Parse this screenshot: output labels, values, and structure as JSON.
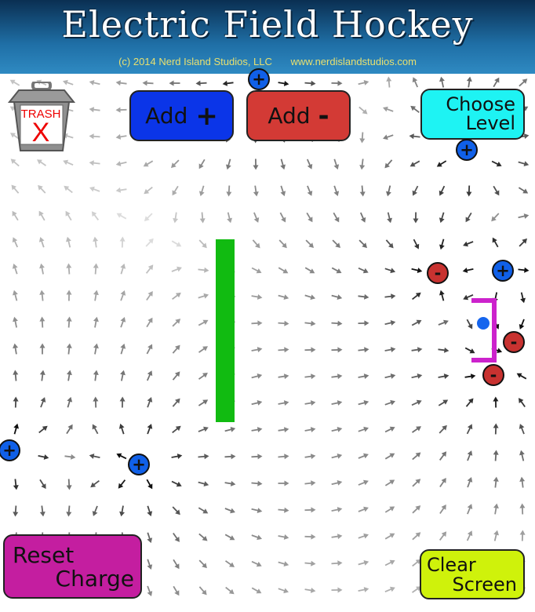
{
  "header": {
    "title": "Electric Field Hockey",
    "copyright": "(c) 2014 Nerd Island Studios, LLC",
    "website": "www.nerdislandstudios.com"
  },
  "buttons": {
    "add_positive": {
      "label": "Add",
      "symbol": "+"
    },
    "add_negative": {
      "label": "Add",
      "symbol": "-"
    },
    "choose_level": {
      "line1": "Choose",
      "line2": "Level"
    },
    "reset_charge": {
      "line1": "Reset",
      "line2": "Charge"
    },
    "clear_screen": {
      "line1": "Clear",
      "line2": "Screen"
    }
  },
  "trash": {
    "label": "TRASH",
    "mark": "X"
  },
  "charges": [
    {
      "sign": "positive",
      "symbol": "+"
    },
    {
      "sign": "positive",
      "symbol": "+"
    },
    {
      "sign": "positive",
      "symbol": "+"
    },
    {
      "sign": "positive",
      "symbol": "+"
    },
    {
      "sign": "positive",
      "symbol": "+"
    },
    {
      "sign": "negative",
      "symbol": "-"
    },
    {
      "sign": "negative",
      "symbol": "-"
    },
    {
      "sign": "negative",
      "symbol": "-"
    }
  ],
  "colors": {
    "positive_charge": "#1060e8",
    "negative_charge": "#c83230",
    "wall": "#11bb11",
    "goal": "#cc22cc",
    "puck": "#1565ee",
    "add_positive_button": "#0b35e8",
    "add_negative_button": "#d33a35",
    "choose_level_button": "#1ef3f3",
    "reset_charge_button": "#c41ea0",
    "clear_screen_button": "#cff20b"
  },
  "icons": {
    "trash": "trash-can-icon",
    "charge": "charge-icon",
    "field_arrow": "field-arrow-icon"
  }
}
